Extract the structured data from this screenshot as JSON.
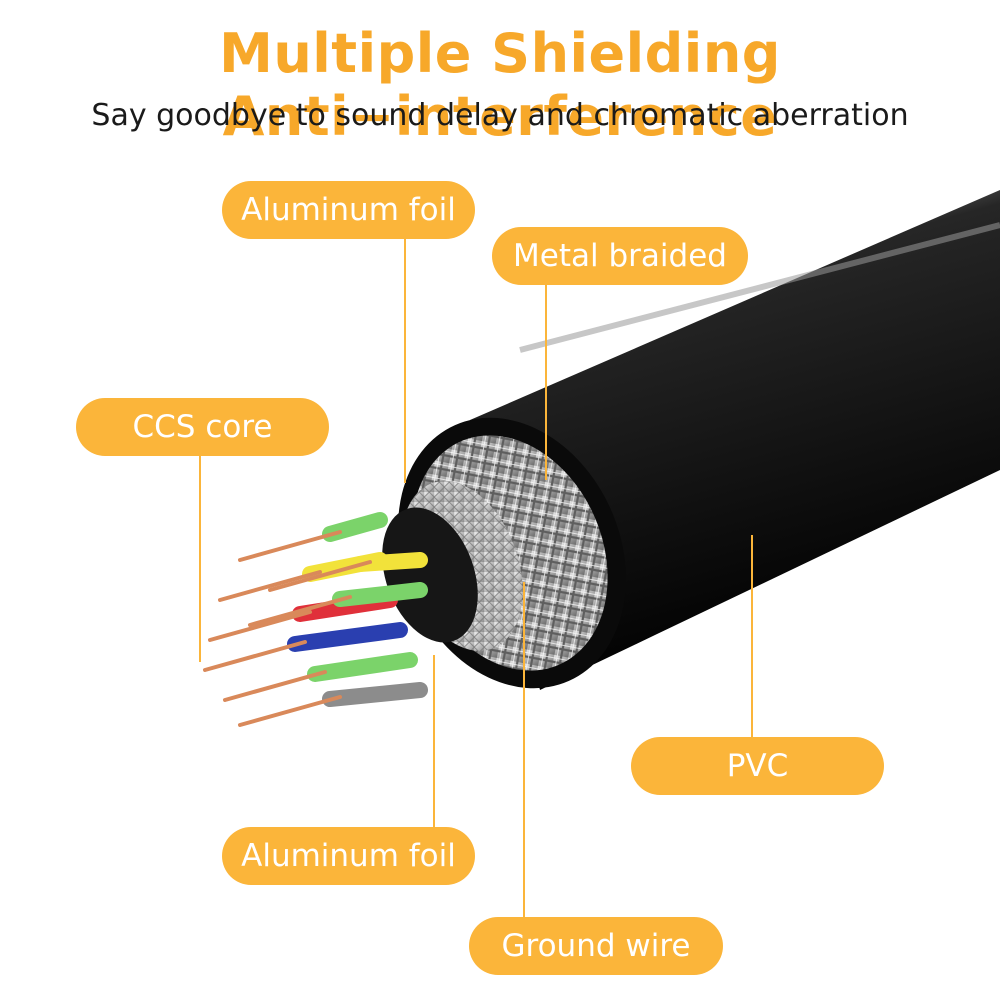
{
  "header": {
    "title": "Multiple Shielding Anti−interference",
    "subtitle": "Say goodbye to sound delay and chromatic aberration"
  },
  "labels": {
    "aluminum_foil_top": "Aluminum foil",
    "metal_braided": "Metal braided",
    "ccs_core": "CCS core",
    "pvc": "PVC",
    "aluminum_foil_bottom": "Aluminum foil",
    "ground_wire": "Ground wire"
  },
  "colors": {
    "accent": "#fbb53a",
    "title": "#f7a82a",
    "subtitle": "#1a1a1a",
    "jacket": "#121212",
    "copper": "#d9895a"
  },
  "wire_colors": [
    "#7bd36a",
    "#f2e23a",
    "#e0303a",
    "#2a3fb0",
    "#7bd36a",
    "#8c8c8c"
  ]
}
